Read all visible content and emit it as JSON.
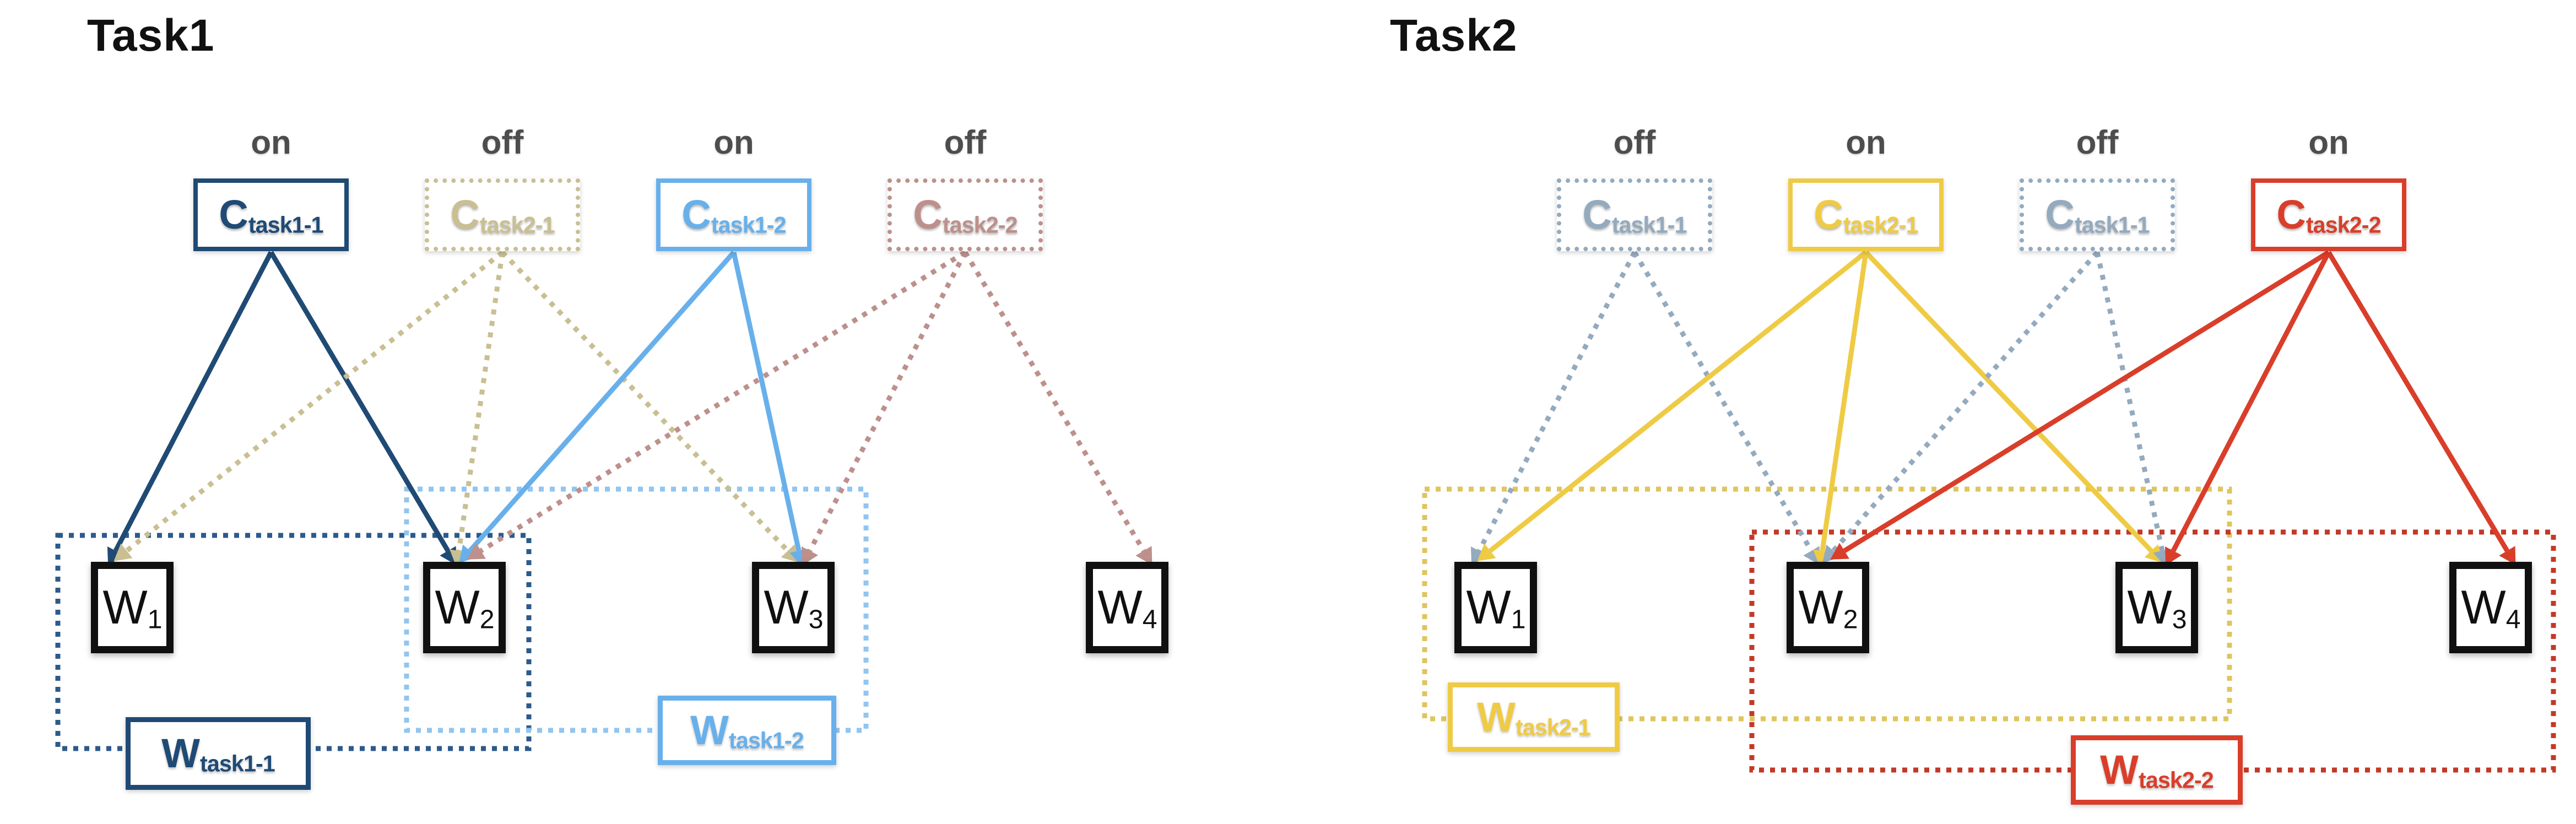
{
  "figure": {
    "background": "#ffffff",
    "state_text_color": "#4d4d4d",
    "worker_border_color": "#101010",
    "tasks": [
      {
        "title": "Task1",
        "controllers": [
          {
            "state": "on",
            "main": "C",
            "sub": "task1-1",
            "style": "solid",
            "color": "#1F4A74",
            "targets": [
              0,
              1
            ]
          },
          {
            "state": "off",
            "main": "C",
            "sub": "task2-1",
            "style": "dotted",
            "color": "#C9BF92",
            "targets": [
              0,
              1,
              2
            ]
          },
          {
            "state": "on",
            "main": "C",
            "sub": "task1-2",
            "style": "solid",
            "color": "#68B0EB",
            "targets": [
              1,
              2
            ]
          },
          {
            "state": "off",
            "main": "C",
            "sub": "task2-2",
            "style": "dotted",
            "color": "#BD908C",
            "targets": [
              1,
              2,
              3
            ]
          }
        ],
        "workers": [
          {
            "main": "W",
            "sub": "1"
          },
          {
            "main": "W",
            "sub": "2"
          },
          {
            "main": "W",
            "sub": "3"
          },
          {
            "main": "W",
            "sub": "4"
          }
        ],
        "groups": [
          {
            "main": "W",
            "sub": "task1-1",
            "box_color": "#1F4A74",
            "rect_color": "#2C5A8C"
          },
          {
            "main": "W",
            "sub": "task1-2",
            "box_color": "#68B0EB",
            "rect_color": "#92C5F0"
          }
        ]
      },
      {
        "title": "Task2",
        "controllers": [
          {
            "state": "off",
            "main": "C",
            "sub": "task1-1",
            "style": "dotted",
            "color": "#94AABE",
            "targets": [
              0,
              1
            ]
          },
          {
            "state": "on",
            "main": "C",
            "sub": "task2-1",
            "style": "solid",
            "color": "#EFCB45",
            "targets": [
              0,
              1,
              2
            ]
          },
          {
            "state": "off",
            "main": "C",
            "sub": "task1-1",
            "style": "dotted",
            "color": "#94AABE",
            "targets": [
              1,
              2
            ]
          },
          {
            "state": "on",
            "main": "C",
            "sub": "task2-2",
            "style": "solid",
            "color": "#D93E2A",
            "targets": [
              1,
              2,
              3
            ]
          }
        ],
        "workers": [
          {
            "main": "W",
            "sub": "1"
          },
          {
            "main": "W",
            "sub": "2"
          },
          {
            "main": "W",
            "sub": "3"
          },
          {
            "main": "W",
            "sub": "4"
          }
        ],
        "groups": [
          {
            "main": "W",
            "sub": "task2-1",
            "box_color": "#EFCB45",
            "rect_color": "#DFC55E"
          },
          {
            "main": "W",
            "sub": "task2-2",
            "box_color": "#D93E2A",
            "rect_color": "#C33927"
          }
        ]
      }
    ]
  }
}
